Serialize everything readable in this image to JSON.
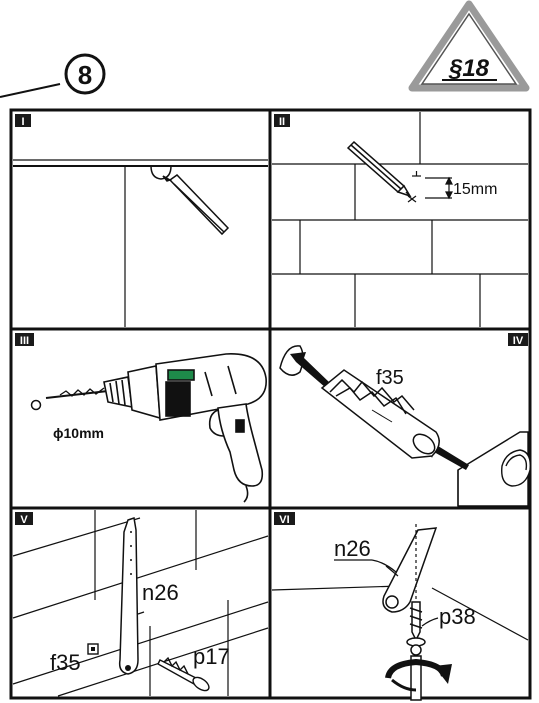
{
  "header": {
    "step_number": "8",
    "section_mark": "§18"
  },
  "panels": [
    {
      "id": "I",
      "labels": []
    },
    {
      "id": "II",
      "labels": [
        "15mm"
      ]
    },
    {
      "id": "III",
      "labels": [
        "ϕ10mm"
      ]
    },
    {
      "id": "IV",
      "labels": [
        "f35"
      ]
    },
    {
      "id": "V",
      "labels": [
        "n26",
        "f35",
        "p17"
      ]
    },
    {
      "id": "VI",
      "labels": [
        "n26",
        "p38"
      ]
    }
  ],
  "colors": {
    "ink": "#111111",
    "badge": "#1a1a1a",
    "triangle_border": "#9a9a9a"
  }
}
